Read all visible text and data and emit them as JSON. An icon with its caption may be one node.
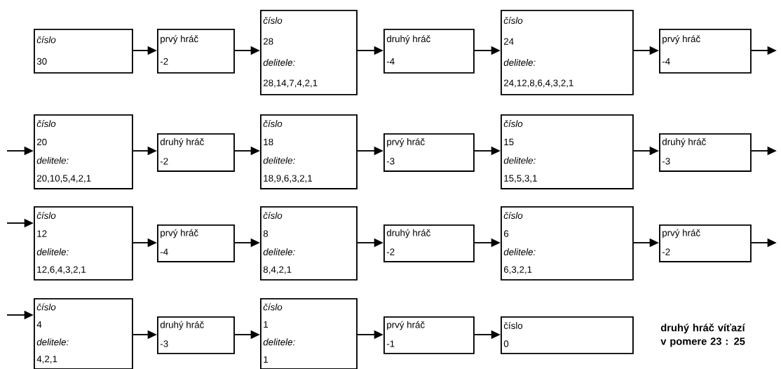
{
  "diagram": {
    "nodes": [
      {
        "text": [
          "číslo",
          "30"
        ]
      },
      {
        "text": [
          "prvý hráč",
          "-2"
        ]
      },
      {
        "text": [
          "číslo",
          "28",
          "delitele:",
          "28,14,7,4,2,1"
        ]
      },
      {
        "text": [
          "druhý hráč",
          "-4"
        ]
      },
      {
        "text": [
          "číslo",
          "24",
          "delitele:",
          "24,12,8,6,4,3,2,1"
        ]
      },
      {
        "text": [
          "prvý hráč",
          "-4"
        ]
      },
      {
        "text": [
          "číslo",
          "20",
          "delitele:",
          "20,10,5,4,2,1"
        ]
      },
      {
        "text": [
          "druhý hráč",
          "-2"
        ]
      },
      {
        "text": [
          "číslo",
          "18",
          "delitele:",
          "18,9,6,3,2,1"
        ]
      },
      {
        "text": [
          "prvý hráč",
          "-3"
        ]
      },
      {
        "text": [
          "číslo",
          "15",
          "delitele:",
          "15,5,3,1"
        ]
      },
      {
        "text": [
          "druhý hráč",
          "-3"
        ]
      },
      {
        "text": [
          "číslo",
          "12",
          "delitele:",
          "12,6,4,3,2,1"
        ]
      },
      {
        "text": [
          "prvý hráč",
          "-4"
        ]
      },
      {
        "text": [
          "číslo",
          "8",
          "delitele:",
          "8,4,2,1"
        ]
      },
      {
        "text": [
          "druhý hráč",
          "-2"
        ]
      },
      {
        "text": [
          "číslo",
          "6",
          "delitele:",
          "6,3,2,1"
        ]
      },
      {
        "text": [
          "prvý hráč",
          "-2"
        ]
      },
      {
        "text": [
          "číslo",
          "4",
          "delitele:",
          "4,2,1"
        ]
      },
      {
        "text": [
          "druhý hráč",
          "-3"
        ]
      },
      {
        "text": [
          "číslo",
          "1",
          "delitele:",
          "1"
        ]
      },
      {
        "text": [
          "prvý hráč",
          "-1"
        ]
      },
      {
        "text": [
          "číslo",
          "0"
        ]
      }
    ],
    "edges": [
      {
        "from": 0,
        "to": 1,
        "arrow": "to"
      },
      {
        "from": 1,
        "to": 2,
        "arrow": "to"
      },
      {
        "from": 2,
        "to": 3,
        "arrow": "to"
      },
      {
        "from": 3,
        "to": 4,
        "arrow": "to"
      },
      {
        "from": 4,
        "to": 5,
        "arrow": "to"
      },
      {
        "from": 5,
        "to": null,
        "arrow": "to"
      },
      {
        "from": null,
        "to": 6,
        "arrow": "to"
      },
      {
        "from": 6,
        "to": 7,
        "arrow": "to"
      },
      {
        "from": 7,
        "to": 8,
        "arrow": "to"
      },
      {
        "from": 8,
        "to": 9,
        "arrow": "to"
      },
      {
        "from": 9,
        "to": 10,
        "arrow": "to"
      },
      {
        "from": 10,
        "to": 11,
        "arrow": "to"
      },
      {
        "from": 11,
        "to": null,
        "arrow": "to"
      },
      {
        "from": null,
        "to": 12,
        "arrow": "to"
      },
      {
        "from": 12,
        "to": 13,
        "arrow": "to"
      },
      {
        "from": 13,
        "to": 14,
        "arrow": "to"
      },
      {
        "from": 14,
        "to": 15,
        "arrow": "to"
      },
      {
        "from": 15,
        "to": 16,
        "arrow": "to"
      },
      {
        "from": 16,
        "to": 17,
        "arrow": "to"
      },
      {
        "from": 17,
        "to": null,
        "arrow": "to"
      },
      {
        "from": null,
        "to": 18,
        "arrow": "to"
      },
      {
        "from": 18,
        "to": 19,
        "arrow": "to"
      },
      {
        "from": 19,
        "to": 20,
        "arrow": "to"
      },
      {
        "from": 20,
        "to": 21,
        "arrow": "to"
      },
      {
        "from": 21,
        "to": 22,
        "arrow": "to"
      }
    ],
    "labels": [
      "druhý hráč víťazí v pomere 23 : 25"
    ]
  }
}
